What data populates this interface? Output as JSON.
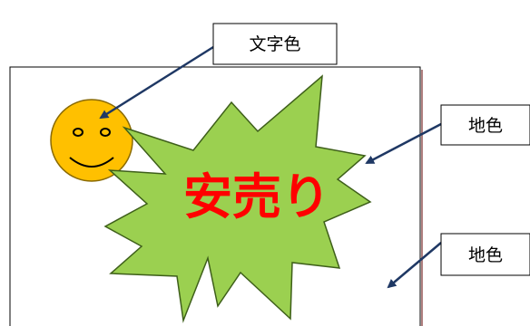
{
  "labels": {
    "text_color": "文字色",
    "ground_color_1": "地色",
    "ground_color_2": "地色"
  },
  "burst": {
    "text": "安売り"
  },
  "colors": {
    "face_fill": "#ffc000",
    "face_stroke": "#8a6a00",
    "burst_fill": "#9bd050",
    "burst_stroke": "#3e5f1a",
    "sale_text": "#ff0000",
    "arrow": "#1f3864",
    "canvas_border": "#000000",
    "canvas_shadow": "#b08080"
  }
}
